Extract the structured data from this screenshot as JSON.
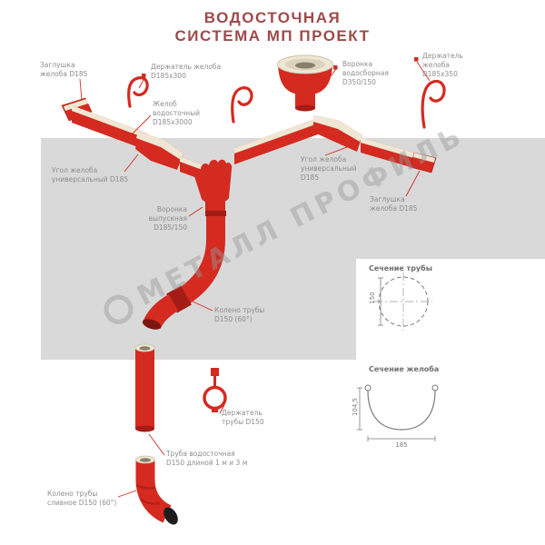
{
  "title": {
    "line1": "ВОДОСТОЧНАЯ",
    "line2": "СИСТЕМА МП ПРОЕКТ"
  },
  "watermark": {
    "text": "МЕТАЛЛ ПРОФИЛЬ"
  },
  "labels": {
    "endcap_left": "Заглушка\nжелоба D185",
    "gutter_holder_300": "Держатель желоба\nD185х300",
    "collecting_funnel": "Воронка\nводосборная\nD350/150",
    "gutter_holder_350": "Держатель\nжелоба\nD185х350",
    "gutter": "Желоб\nводосточный\nD185х3000",
    "corner_left": "Угол желоба\nуниверсальный D185",
    "corner_right": "Угол желоба\nуниверсальный\nD185",
    "endcap_right": "Заглушка\nжелоба D185",
    "outlet_funnel": "Воронка\nвыпускная\nD185/150",
    "pipe_elbow": "Колено трубы\nD150 (60°)",
    "pipe_section": "Сечение трубы",
    "gutter_section": "Сечение желоба",
    "pipe_holder": "Держатель\nтрубы D150",
    "downpipe": "Труба водосточная\nD150 длиной 1 м и 3 м",
    "drain_elbow": "Колено трубы\nсливное D150 (60°)"
  },
  "dimensions": {
    "pipe_diameter": "150",
    "gutter_width": "185",
    "gutter_depth": "104,5"
  },
  "colors": {
    "component_red": "#d42a20",
    "component_dark": "#a31c15",
    "inner_cream": "#efe7d4",
    "roof_gray": "#d9d9d9",
    "title_color": "#9d4b4b",
    "label_gray": "#8d8d8d"
  }
}
